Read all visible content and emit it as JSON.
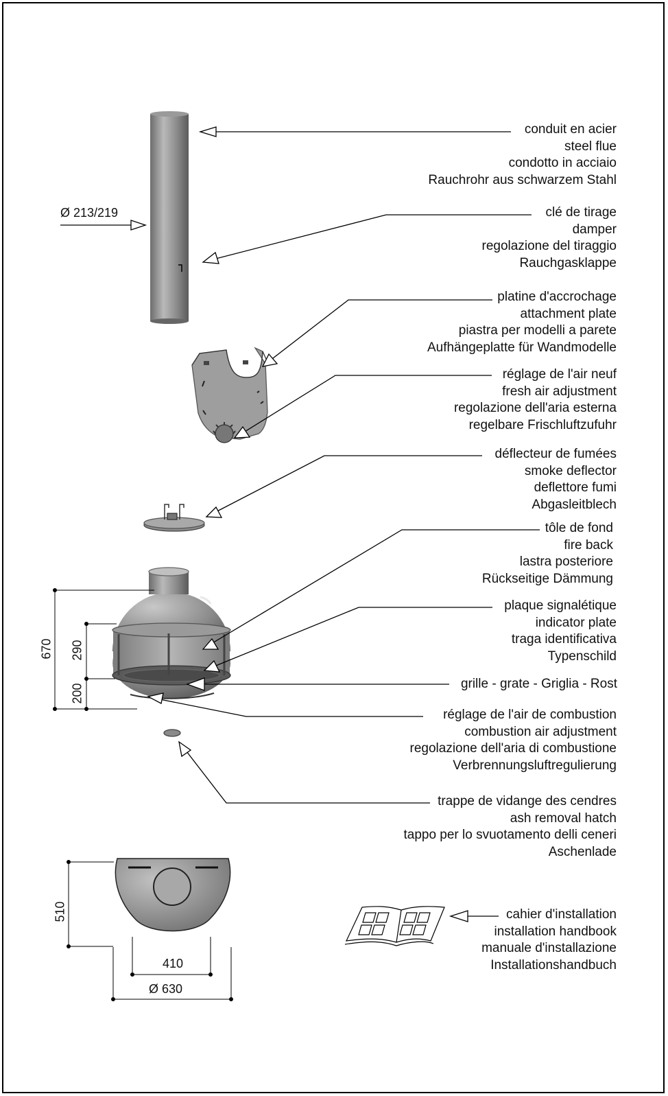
{
  "labels": {
    "flue": [
      "conduit en acier",
      "steel flue",
      "condotto in acciaio",
      "Rauchrohr aus schwarzem Stahl"
    ],
    "damper": [
      "clé de tirage",
      "damper",
      "regolazione del tiraggio",
      "Rauchgasklappe"
    ],
    "plate": [
      "platine d'accrochage",
      "attachment plate",
      "piastra per modelli a parete",
      "Aufhängeplatte für Wandmodelle"
    ],
    "fresh_air": [
      "réglage de l'air neuf",
      "fresh air adjustment",
      "regolazione dell'aria esterna",
      "regelbare Frischluftzufuhr"
    ],
    "deflector": [
      "déflecteur de fumées",
      "smoke deflector",
      "deflettore fumi",
      "Abgasleitblech"
    ],
    "fire_back": [
      "tôle de fond",
      "fire back",
      "lastra posteriore",
      "Rückseitige Dämmung"
    ],
    "indicator": [
      "plaque signalétique",
      "indicator plate",
      "traga identificativa",
      "Typenschild"
    ],
    "grate": [
      "grille - grate - Griglia - Rost"
    ],
    "combustion_air": [
      "réglage de l'air de combustion",
      "combustion air adjustment",
      "regolazione dell'aria di combustione",
      "Verbrennungsluftregulierung"
    ],
    "ash": [
      "trappe de vidange des cendres",
      "ash removal hatch",
      "tappo per lo svuotamento delli ceneri",
      "Aschenlade"
    ],
    "handbook": [
      "cahier d'installation",
      "installation handbook",
      "manuale d'installazione",
      "Installationshandbuch"
    ]
  },
  "dimensions": {
    "flue_diameter": "Ø 213/219",
    "total_height": "670",
    "glass_height": "290",
    "base_height": "200",
    "depth": "510",
    "opening_width": "410",
    "diameter": "Ø 630"
  }
}
